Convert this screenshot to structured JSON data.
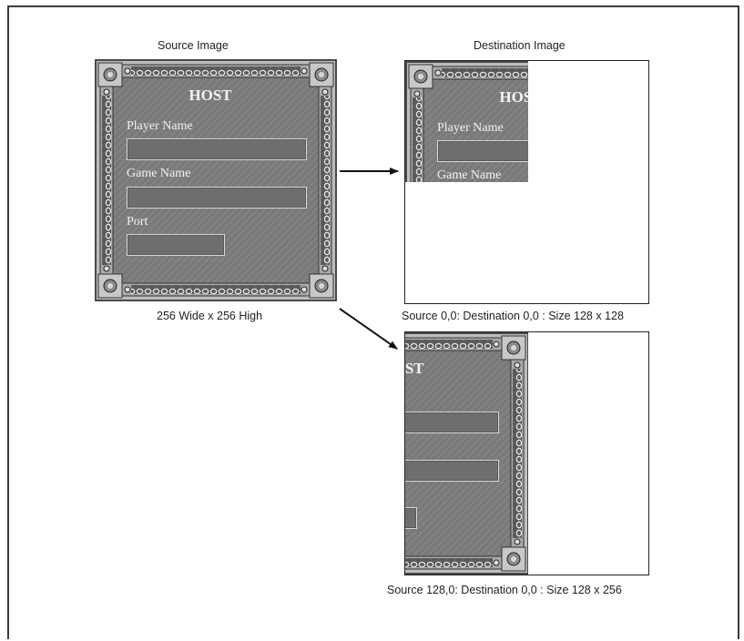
{
  "source_panel": {
    "title": "Source Image",
    "caption": "256 Wide x 256 High"
  },
  "destination_panel": {
    "title": "Destination Image",
    "caption_top": "Source 0,0: Destination 0,0 : Size 128 x 128",
    "caption_bottom": "Source 128,0: Destination 0,0 : Size 128 x 256"
  },
  "host_dialog": {
    "title": "HOST",
    "player_label": "Player Name",
    "game_label": "Game Name",
    "port_label": "Port"
  },
  "colors": {
    "panel_texture": "#787878",
    "frame_metal": "#b9b9b9",
    "field_fill": "#6e6e6e",
    "label_text": "#f2f2f2",
    "arrow": "#111111"
  },
  "icons": [
    "bolt-icon",
    "chain-border"
  ]
}
